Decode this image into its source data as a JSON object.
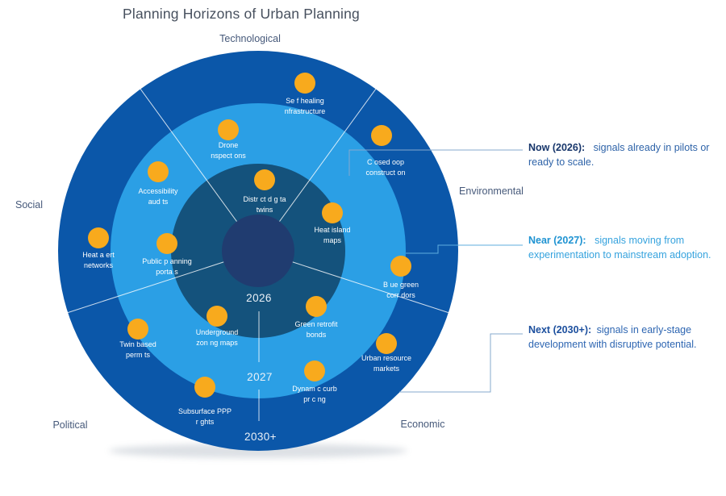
{
  "title": "Planning Horizons of Urban Planning",
  "sectors": [
    {
      "label": "Technological"
    },
    {
      "label": "Environmental"
    },
    {
      "label": "Economic"
    },
    {
      "label": "Political"
    },
    {
      "label": "Social"
    }
  ],
  "rings": [
    {
      "label": "2026",
      "horizon": "Now"
    },
    {
      "label": "2027",
      "horizon": "Near"
    },
    {
      "label": "2030+",
      "horizon": "Next"
    }
  ],
  "signals": [
    {
      "line1": "Se f healing",
      "line2": "nfrastructure",
      "sector": "Technological",
      "ring": "2030+"
    },
    {
      "line1": "Drone",
      "line2": "nspect ons",
      "sector": "Technological",
      "ring": "2027"
    },
    {
      "line1": "Distr ct d g ta",
      "line2": "twins",
      "sector": "Technological",
      "ring": "2026"
    },
    {
      "line1": "Accessibility",
      "line2": "aud ts",
      "sector": "Social",
      "ring": "2027"
    },
    {
      "line1": "C osed oop",
      "line2": "construct on",
      "sector": "Environmental",
      "ring": "2030+"
    },
    {
      "line1": "Heat island",
      "line2": "maps",
      "sector": "Environmental",
      "ring": "2026"
    },
    {
      "line1": "Heat a ert",
      "line2": "networks",
      "sector": "Social",
      "ring": "2030+"
    },
    {
      "line1": "Public p anning",
      "line2": "porta s",
      "sector": "Social",
      "ring": "2027"
    },
    {
      "line1": "B ue green",
      "line2": "corr dors",
      "sector": "Environmental",
      "ring": "2027"
    },
    {
      "line1": "Green retrofit",
      "line2": "bonds",
      "sector": "Economic",
      "ring": "2026"
    },
    {
      "line1": "Underground",
      "line2": "zon ng maps",
      "sector": "Political",
      "ring": "2026"
    },
    {
      "line1": "Twin based",
      "line2": "perm ts",
      "sector": "Political",
      "ring": "2027"
    },
    {
      "line1": "Urban resource",
      "line2": "markets",
      "sector": "Economic",
      "ring": "2030+"
    },
    {
      "line1": "Dynam c curb",
      "line2": "pr c ng",
      "sector": "Economic",
      "ring": "2027"
    },
    {
      "line1": "Subsurface PPP",
      "line2": "r ghts",
      "sector": "Political",
      "ring": "2027"
    }
  ],
  "legend": [
    {
      "label": "Now (2026):",
      "line1": "signals already in pilots or",
      "line2": "ready to scale."
    },
    {
      "label": "Near (2027):",
      "line1": "signals moving from",
      "line2": "experimentation to mainstream adoption."
    },
    {
      "label": "Next (2030+):",
      "line1": "signals in early-stage",
      "line2": "development with disruptive potential."
    }
  ],
  "colors": {
    "ring_next_outer": "#0B57A9",
    "ring_near_middle": "#2B9FE5",
    "ring_now_inner": "#14527C",
    "core": "#203C70",
    "dot": "#F8AA1D",
    "legend_now_label": "#17366B",
    "legend_now_body": "#2E63A8",
    "legend_near_label": "#1F93D2",
    "legend_near_body": "#36A3DE",
    "legend_next_label": "#1C4F9E",
    "legend_next_body": "#2E66B2",
    "sector_label": "#46597A",
    "title_text": "#47505E"
  }
}
